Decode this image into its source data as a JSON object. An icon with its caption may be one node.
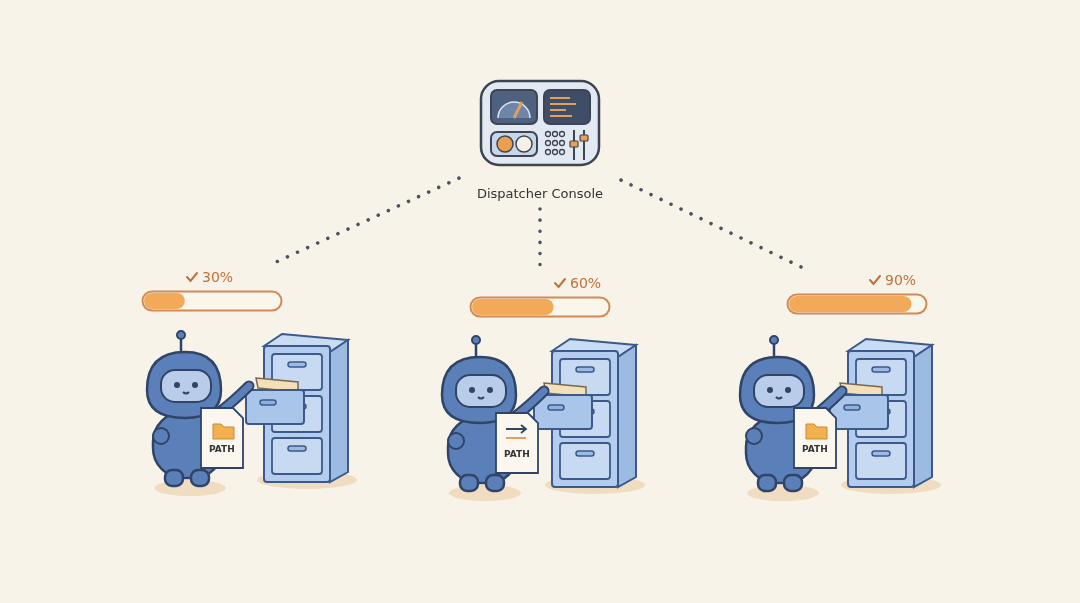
{
  "diagram": {
    "nodes": [
      {
        "text": [
          "Dispatcher Console"
        ]
      },
      {
        "text": [
          "30%"
        ]
      },
      {
        "text": [
          "60%"
        ]
      },
      {
        "text": [
          "90%"
        ]
      }
    ],
    "edges": [
      {
        "from": 0,
        "to": 1,
        "arrow": "none",
        "style": "dashed"
      },
      {
        "from": 0,
        "to": 2,
        "arrow": "none",
        "style": "dashed"
      },
      {
        "from": 0,
        "to": 3,
        "arrow": "none",
        "style": "dashed"
      }
    ],
    "labels": [
      "PATH",
      "PATH",
      "PATH"
    ]
  }
}
